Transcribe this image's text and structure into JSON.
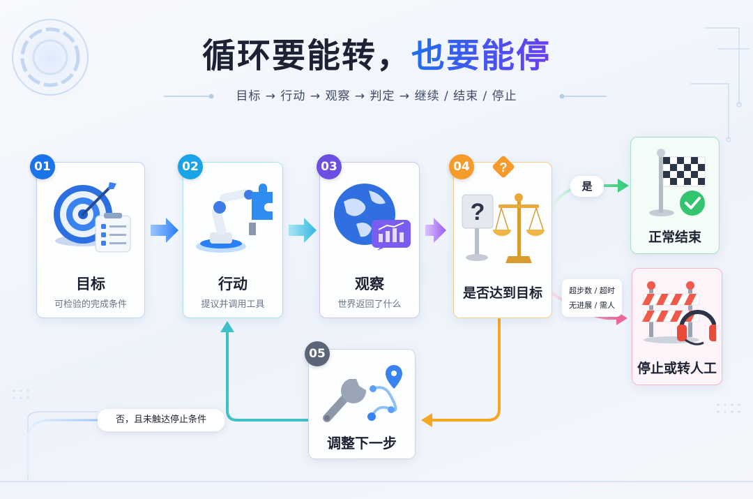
{
  "title": {
    "main": "循环要能转，",
    "accent": "也要能停"
  },
  "subtitle": "目标 → 行动 → 观察 → 判定 → 继续 / 结束 / 停止",
  "steps": [
    {
      "number": "01",
      "title": "目标",
      "subtitle": "可检验的完成条件",
      "color": "#1a73e8"
    },
    {
      "number": "02",
      "title": "行动",
      "subtitle": "提议并调用工具",
      "color": "#1aa3e6"
    },
    {
      "number": "03",
      "title": "观察",
      "subtitle": "世界返回了什么",
      "color": "#6a4fe0"
    },
    {
      "number": "04",
      "title": "是否达到目标",
      "badge_symbol": "?",
      "color": "#f59b2b"
    },
    {
      "number": "05",
      "title": "调整下一步",
      "color": "#5c6578"
    }
  ],
  "branches": {
    "yes": {
      "label": "是",
      "outcome": "正常结束",
      "color": "#35c47a"
    },
    "stop": {
      "conditions": [
        "超步数 / 超时",
        "无进展 / 需人"
      ],
      "outcome": "停止或转人工",
      "color": "#ee5f93"
    },
    "no": {
      "label": "否，且未触达停止条件"
    }
  },
  "colors": {
    "orange": "#f5a623",
    "teal": "#3fc1c9",
    "blue": "#2b7ff5",
    "purple": "#9a5cf0",
    "green": "#3fcf80",
    "pink": "#ef6a9a"
  },
  "icons": [
    "target-icon",
    "robot-arm-icon",
    "globe-icon",
    "scale-icon",
    "checkered-flag-icon",
    "roadblock-icon",
    "wrench-icon"
  ]
}
